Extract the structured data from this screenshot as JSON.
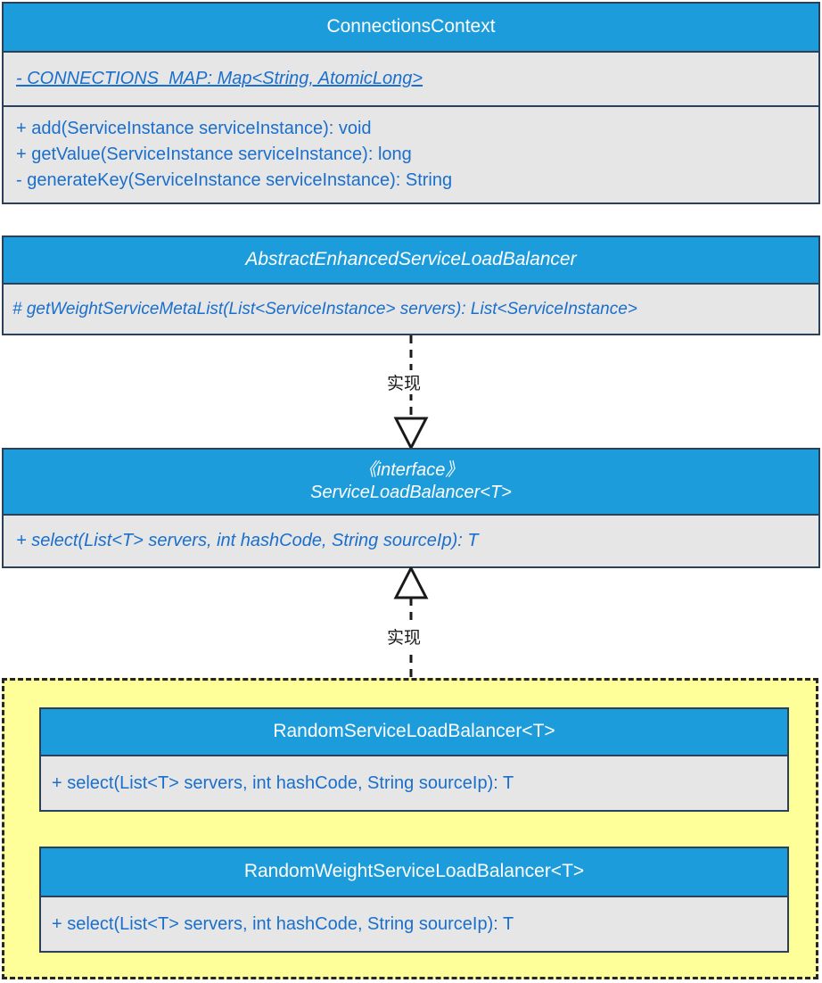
{
  "diagram": {
    "title": "ServiceLoadBalancer UML class diagram",
    "colors": {
      "header_fill": "#1d9cdb",
      "header_text": "#ffffff",
      "compartment_fill": "#e6e6e6",
      "member_text": "#1a6fcc",
      "border": "#2a4159",
      "group_fill": "#ffff99",
      "group_border": "#262626",
      "edge": "#1a1a1a"
    },
    "classes": [
      {
        "id": "connections-context",
        "name": "ConnectionsContext",
        "stereotype": "",
        "abstract": false,
        "attributes": [
          "- CONNECTIONS_MAP: Map<String, AtomicLong>"
        ],
        "operations": [
          "+ add(ServiceInstance serviceInstance): void",
          "+ getValue(ServiceInstance serviceInstance): long",
          "- generateKey(ServiceInstance serviceInstance): String"
        ]
      },
      {
        "id": "abstract-enhanced",
        "name": "AbstractEnhancedServiceLoadBalancer",
        "stereotype": "",
        "abstract": true,
        "attributes": [],
        "operations": [
          "# getWeightServiceMetaList(List<ServiceInstance> servers): List<ServiceInstance>"
        ]
      },
      {
        "id": "service-load-balancer",
        "name": "ServiceLoadBalancer<T>",
        "stereotype": "《interface》",
        "abstract": true,
        "attributes": [],
        "operations": [
          "+ select(List<T> servers, int hashCode, String sourceIp): T"
        ]
      },
      {
        "id": "random-service-load-balancer",
        "name": "RandomServiceLoadBalancer<T>",
        "stereotype": "",
        "abstract": false,
        "attributes": [],
        "operations": [
          "+ select(List<T> servers, int hashCode, String sourceIp): T"
        ]
      },
      {
        "id": "random-weight-service-load-balancer",
        "name": "RandomWeightServiceLoadBalancer<T>",
        "stereotype": "",
        "abstract": false,
        "attributes": [],
        "operations": [
          "+ select(List<T> servers, int hashCode, String sourceIp): T"
        ]
      }
    ],
    "relations": [
      {
        "id": "realize-abstract-to-interface",
        "label": "实现",
        "type": "realization",
        "style": "dashed",
        "arrowhead": "hollow-triangle",
        "direction": "down",
        "from": "AbstractEnhancedServiceLoadBalancer",
        "to": "ServiceLoadBalancer<T>"
      },
      {
        "id": "realize-impls-to-interface",
        "label": "实现",
        "type": "realization",
        "style": "dashed",
        "arrowhead": "hollow-triangle",
        "direction": "up",
        "from": "implementations-group",
        "to": "ServiceLoadBalancer<T>"
      }
    ],
    "group": {
      "id": "implementations-group",
      "label": "",
      "members": [
        "RandomServiceLoadBalancer<T>",
        "RandomWeightServiceLoadBalancer<T>"
      ]
    }
  }
}
